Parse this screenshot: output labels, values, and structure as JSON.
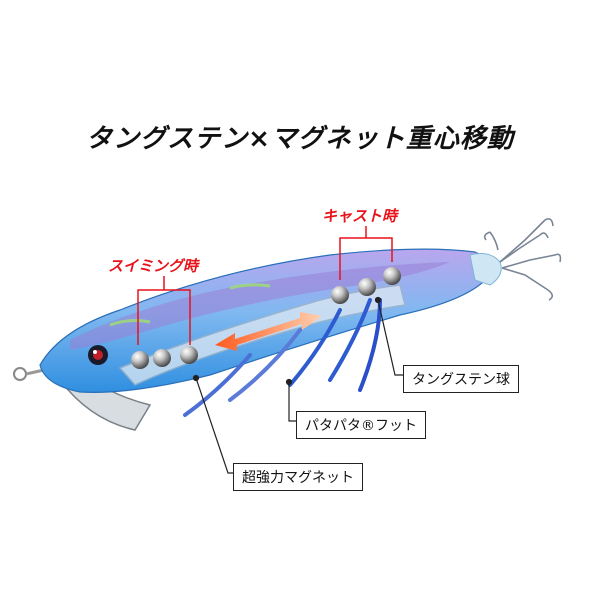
{
  "title": "タングステン×マグネット重心移動",
  "modes": {
    "swimming": "スイミング時",
    "casting": "キャスト時"
  },
  "callouts": {
    "tungsten_ball": "タングステン球",
    "pata_foot": "パタパタ®フット",
    "magnet": "超強力マグネット"
  },
  "colors": {
    "accent_red": "#e8121a",
    "body_blue": "#3aa0e8",
    "body_purple": "#9a7fd6"
  }
}
